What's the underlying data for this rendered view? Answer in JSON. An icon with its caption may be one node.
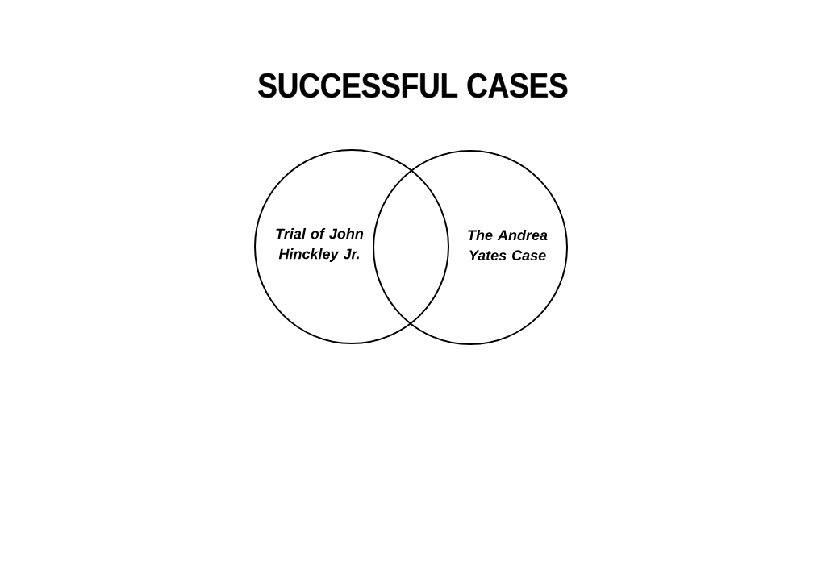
{
  "diagram": {
    "title": "SUCCESSFUL CASES",
    "nodes": [
      {
        "text": [
          "Trial of John Hinckley Jr."
        ]
      },
      {
        "text": [
          "The Andrea Yates Case"
        ]
      }
    ]
  }
}
